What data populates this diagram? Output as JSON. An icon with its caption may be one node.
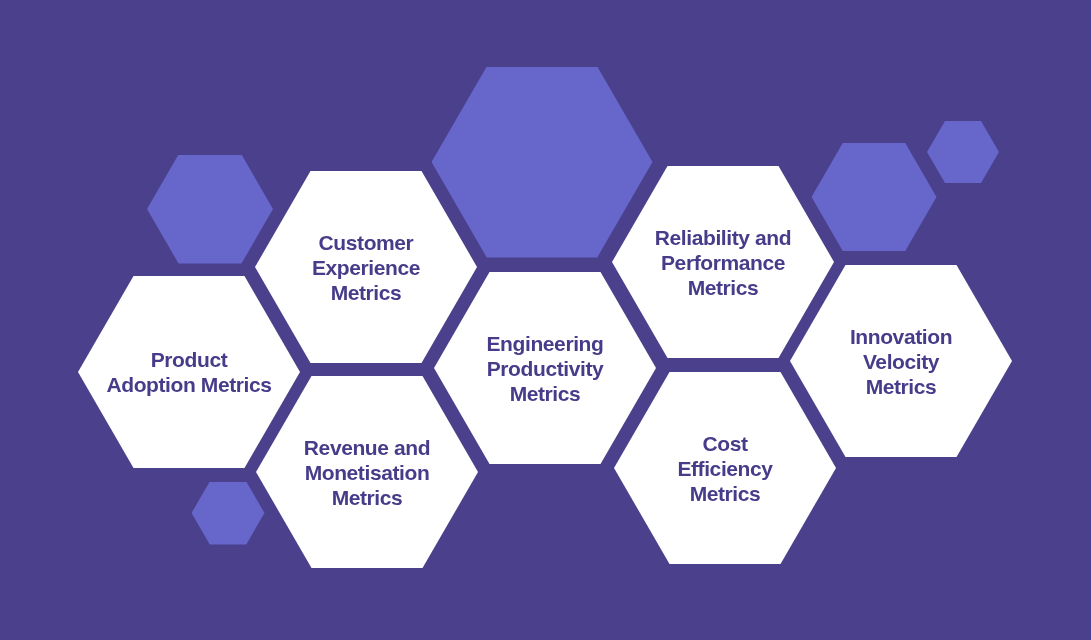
{
  "diagram": {
    "nodes": [
      {
        "text": [
          "Product Adoption Metrics"
        ]
      },
      {
        "text": [
          "Customer Experience Metrics"
        ]
      },
      {
        "text": [
          "Revenue and Monetisation Metrics"
        ]
      },
      {
        "text": [
          "Engineering Productivity Metrics"
        ]
      },
      {
        "text": [
          "Reliability and Performance Metrics"
        ]
      },
      {
        "text": [
          "Cost Efficiency Metrics"
        ]
      },
      {
        "text": [
          "Innovation Velocity Metrics"
        ]
      },
      {
        "text": [],
        "shape": "hexagon"
      },
      {
        "text": [],
        "shape": "hexagon"
      },
      {
        "text": [],
        "shape": "hexagon"
      },
      {
        "text": [],
        "shape": "hexagon"
      },
      {
        "text": [],
        "shape": "hexagon"
      }
    ]
  }
}
